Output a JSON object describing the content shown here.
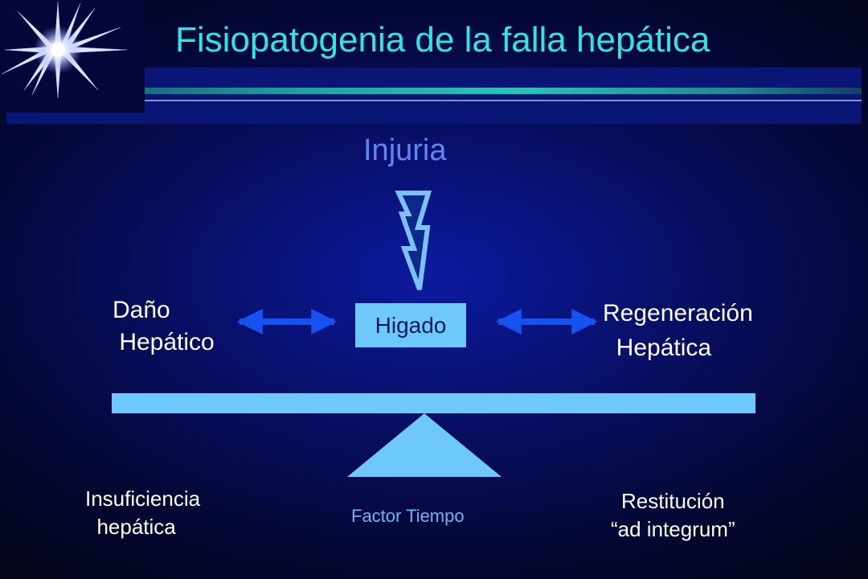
{
  "title": "Fisiopatogenia de la falla hepática",
  "diagram": {
    "injury_label": "Injuria",
    "liver_label": "Higado",
    "damage_label": "Daño\n Hepático",
    "regeneration_label": "Regeneración\n  Hepática",
    "outcome_left": "Insuficiencia\n  hepática",
    "outcome_right": "Restitución\n“ad integrum”",
    "fulcrum_label": "Factor Tiempo"
  },
  "colors": {
    "title": "#33e3e3",
    "injury": "#5f86f0",
    "arrows": "#1552f0",
    "scale": "#6ec8fb",
    "lightning_fill": "#0b2a8a",
    "lightning_stroke": "#7ec0ff"
  },
  "icons": [
    "starburst-icon",
    "lightning-bolt-icon",
    "double-arrow-icon"
  ]
}
